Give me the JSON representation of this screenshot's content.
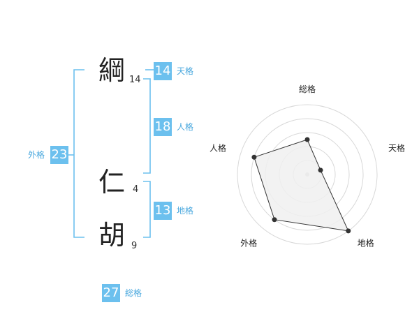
{
  "name": {
    "characters": [
      {
        "char": "綱",
        "strokes": "14"
      },
      {
        "char": "仁",
        "strokes": "4"
      },
      {
        "char": "胡",
        "strokes": "9"
      }
    ]
  },
  "fortune": {
    "tenkaku": {
      "value": "14",
      "label": "天格"
    },
    "jinkaku": {
      "value": "18",
      "label": "人格"
    },
    "chikaku": {
      "value": "13",
      "label": "地格"
    },
    "gaikaku": {
      "value": "23",
      "label": "外格"
    },
    "soukaku": {
      "value": "27",
      "label": "総格"
    }
  },
  "chart_data": {
    "type": "radar",
    "axes": [
      "総格",
      "天格",
      "地格",
      "外格",
      "人格"
    ],
    "values": [
      2.5,
      1,
      5,
      4,
      4
    ],
    "max": 5,
    "rings": 5,
    "colors": {
      "fill": "#f0f0f0",
      "line": "#333333",
      "grid": "#d8d8d8",
      "bracket": "#6cc0ee"
    }
  }
}
